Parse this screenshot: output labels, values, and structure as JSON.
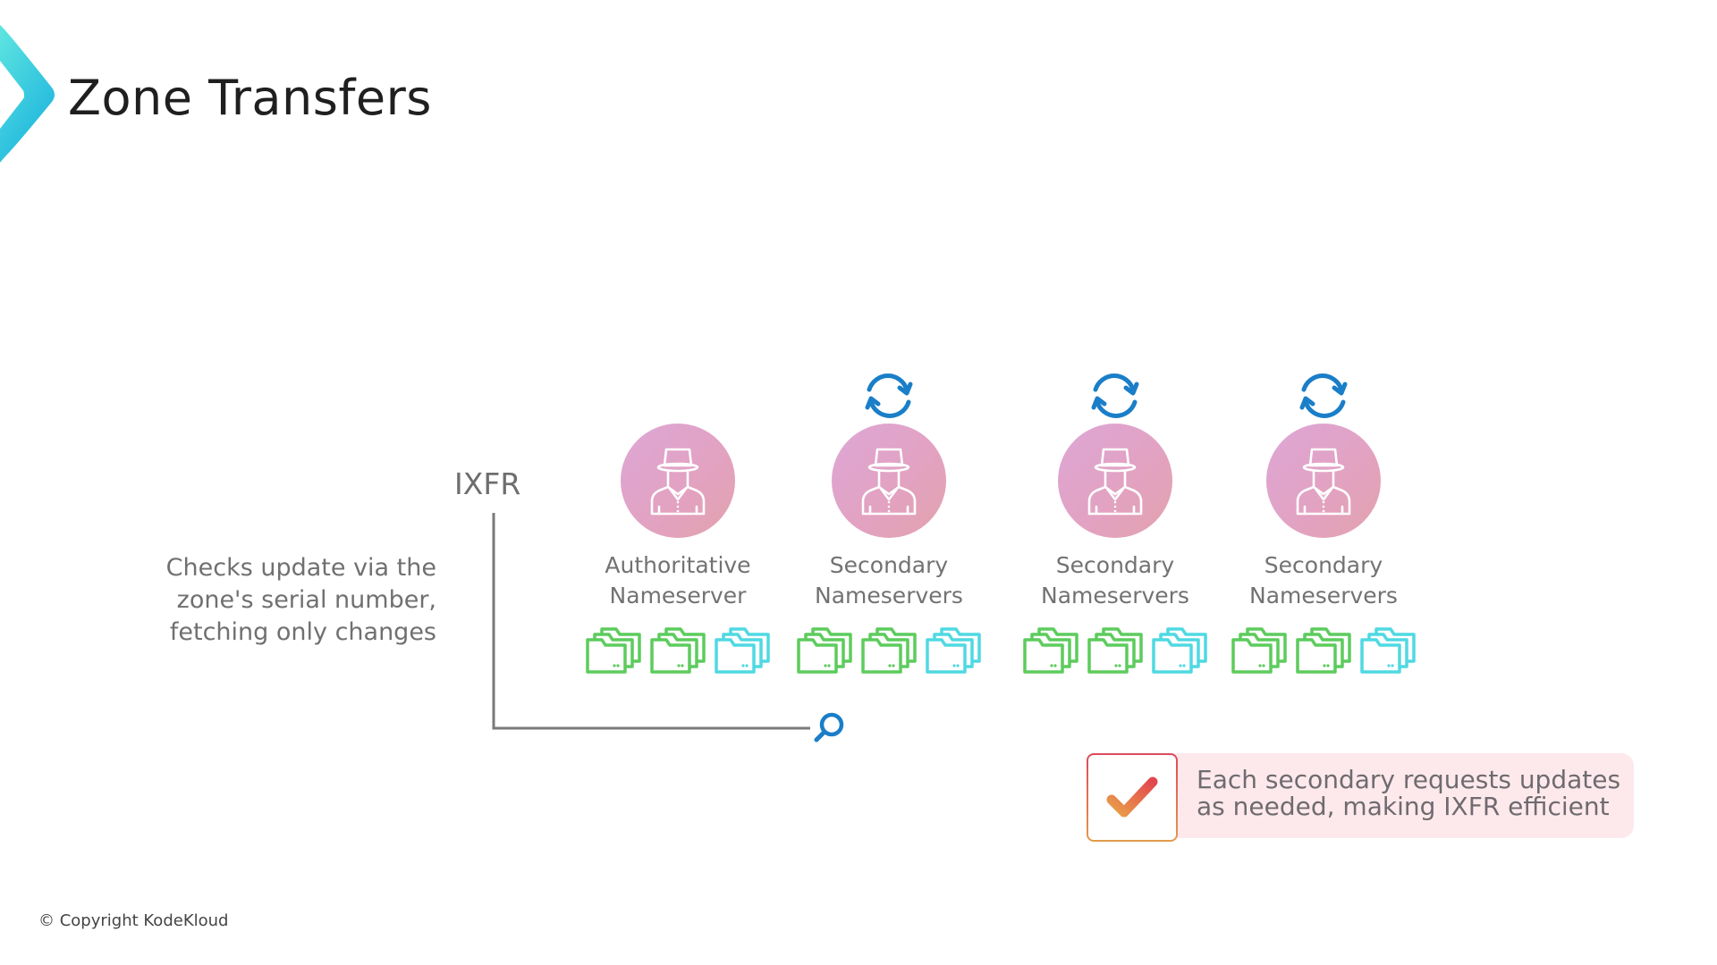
{
  "slide": {
    "title": "Zone Transfers",
    "logo_icon": "chevron-right-icon",
    "accent_color": "#2ecbd8"
  },
  "diagram": {
    "method_label": "IXFR",
    "description_lines": [
      "Checks update via the",
      "zone's serial number,",
      "fetching only changes"
    ],
    "nodes": [
      {
        "line1": "Authoritative",
        "line2": "Nameserver",
        "sync_icon": false,
        "folders": [
          "green",
          "green",
          "cyan"
        ]
      },
      {
        "line1": "Secondary",
        "line2": "Nameservers",
        "sync_icon": true,
        "folders": [
          "green",
          "green",
          "cyan"
        ]
      },
      {
        "line1": "Secondary",
        "line2": "Nameservers",
        "sync_icon": true,
        "folders": [
          "green",
          "green",
          "cyan"
        ]
      },
      {
        "line1": "Secondary",
        "line2": "Nameservers",
        "sync_icon": true,
        "folders": [
          "green",
          "green",
          "cyan"
        ]
      }
    ],
    "icons": {
      "avatar": "person-with-hat-icon",
      "sync": "sync-icon",
      "folder": "folder-stack-icon",
      "search": "search-icon"
    },
    "colors": {
      "folder_green": "#5ccc5c",
      "folder_cyan": "#4fd9e2",
      "sync_blue": "#1a7ec8",
      "avatar_pink": "#e0a6c8",
      "connector_gray": "#7a7a7a"
    }
  },
  "callout": {
    "icon": "checkmark-icon",
    "line1": "Each secondary requests updates",
    "line2": "as needed, making IXFR efficient"
  },
  "footer": {
    "copyright": "© Copyright KodeKloud"
  }
}
